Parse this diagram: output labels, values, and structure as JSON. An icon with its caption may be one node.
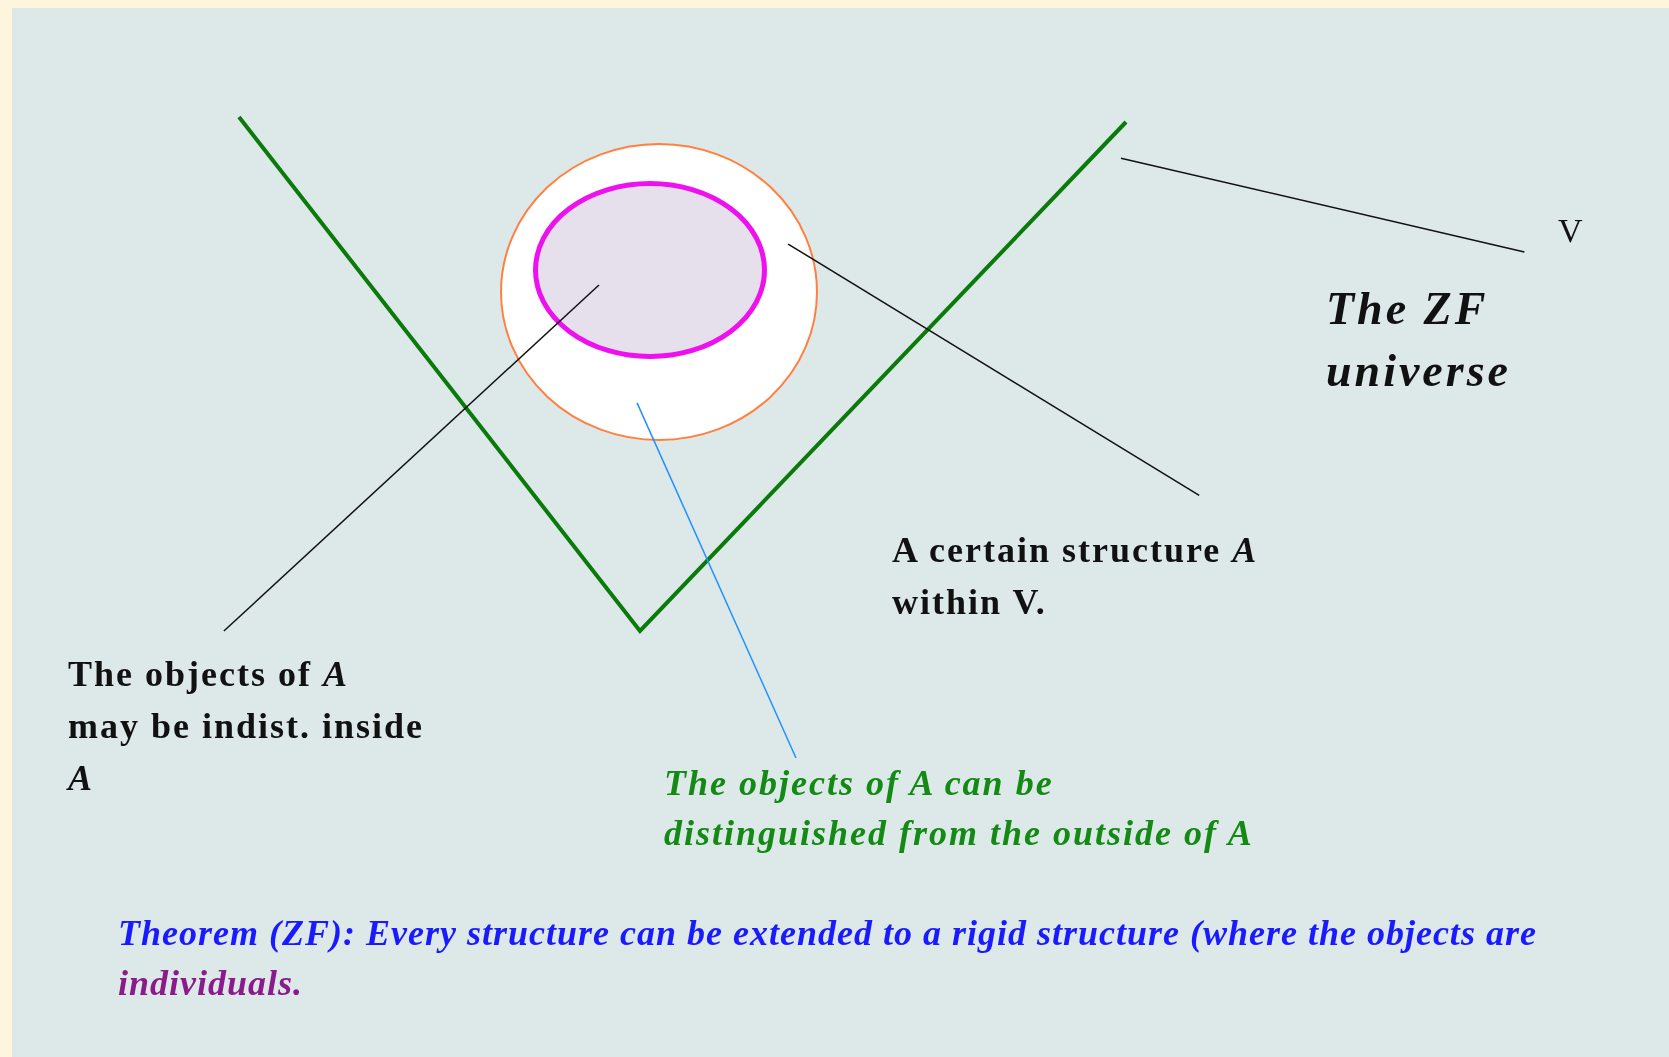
{
  "diagram": {
    "nodes": [
      {
        "text": [
          "V"
        ]
      },
      {
        "text": [],
        "shape": "picture"
      },
      {
        "text": [],
        "shape": "circle",
        "in": 1
      },
      {
        "text": [],
        "shape": "circle",
        "in": 2
      },
      {
        "text": [
          "A certain structure *A* within V."
        ]
      },
      {
        "text": [
          "The objects of *A* may be indist. inside *A*"
        ]
      },
      {
        "text": [
          "The objects of A can be distinguished from the outside of A"
        ]
      }
    ],
    "edges": [
      {
        "from": 0,
        "to": 1,
        "arrow": "none"
      },
      {
        "from": 4,
        "to": 2,
        "arrow": "none"
      },
      {
        "from": 5,
        "to": 3,
        "arrow": "none"
      },
      {
        "from": 6,
        "to": 2,
        "arrow": "none",
        "color": "#1e90ff"
      }
    ],
    "labels": [
      "The ZF universe",
      "Theorem (ZF): Every structure can be extended to a rigid structure (where the objects are",
      "individuals."
    ]
  }
}
